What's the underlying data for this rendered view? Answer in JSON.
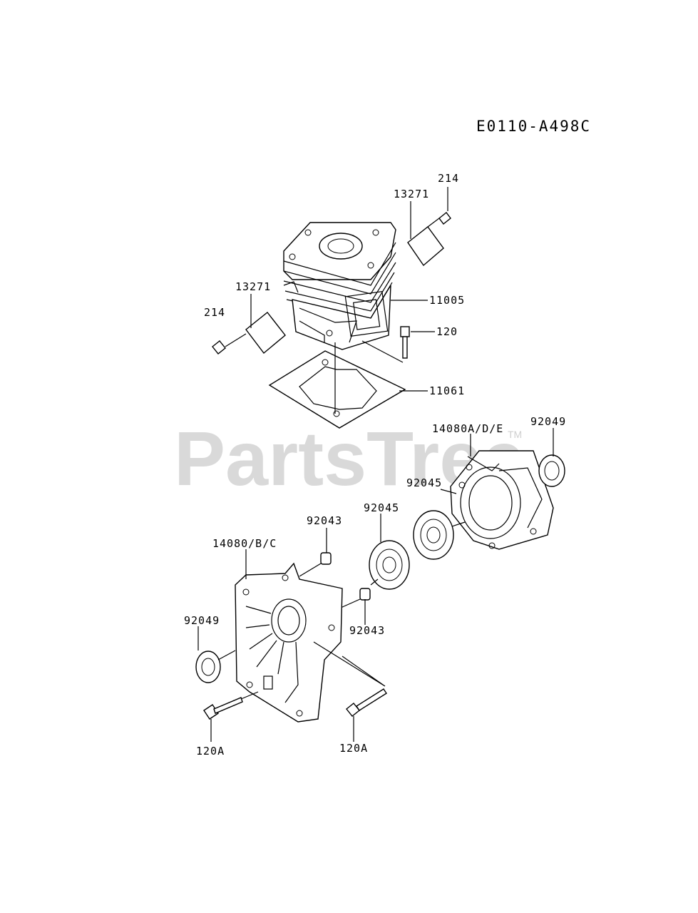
{
  "diagram": {
    "code": "E0110-A498C",
    "watermark": "PartsTree",
    "trademark": "TM",
    "callouts": {
      "c214_top": "214",
      "c13271_top": "13271",
      "c13271_left": "13271",
      "c214_left": "214",
      "c11005": "11005",
      "c120": "120",
      "c11061": "11061",
      "c14080ade": "14080A/D/E",
      "c92049_right": "92049",
      "c92045_right": "92045",
      "c92045_mid": "92045",
      "c92043_top": "92043",
      "c14080bc": "14080/B/C",
      "c92049_left": "92049",
      "c92043_bottom": "92043",
      "c120a_left": "120A",
      "c120a_right": "120A"
    }
  }
}
